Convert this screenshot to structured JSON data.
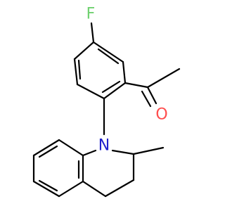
{
  "molecule": {
    "atoms": {
      "fluorine": {
        "symbol": "F",
        "color": "#6fd16f"
      },
      "oxygen": {
        "symbol": "O",
        "color": "#ff4d4d"
      },
      "nitrogen": {
        "symbol": "N",
        "color": "#2222cc"
      }
    },
    "bond_color": "#000000"
  }
}
